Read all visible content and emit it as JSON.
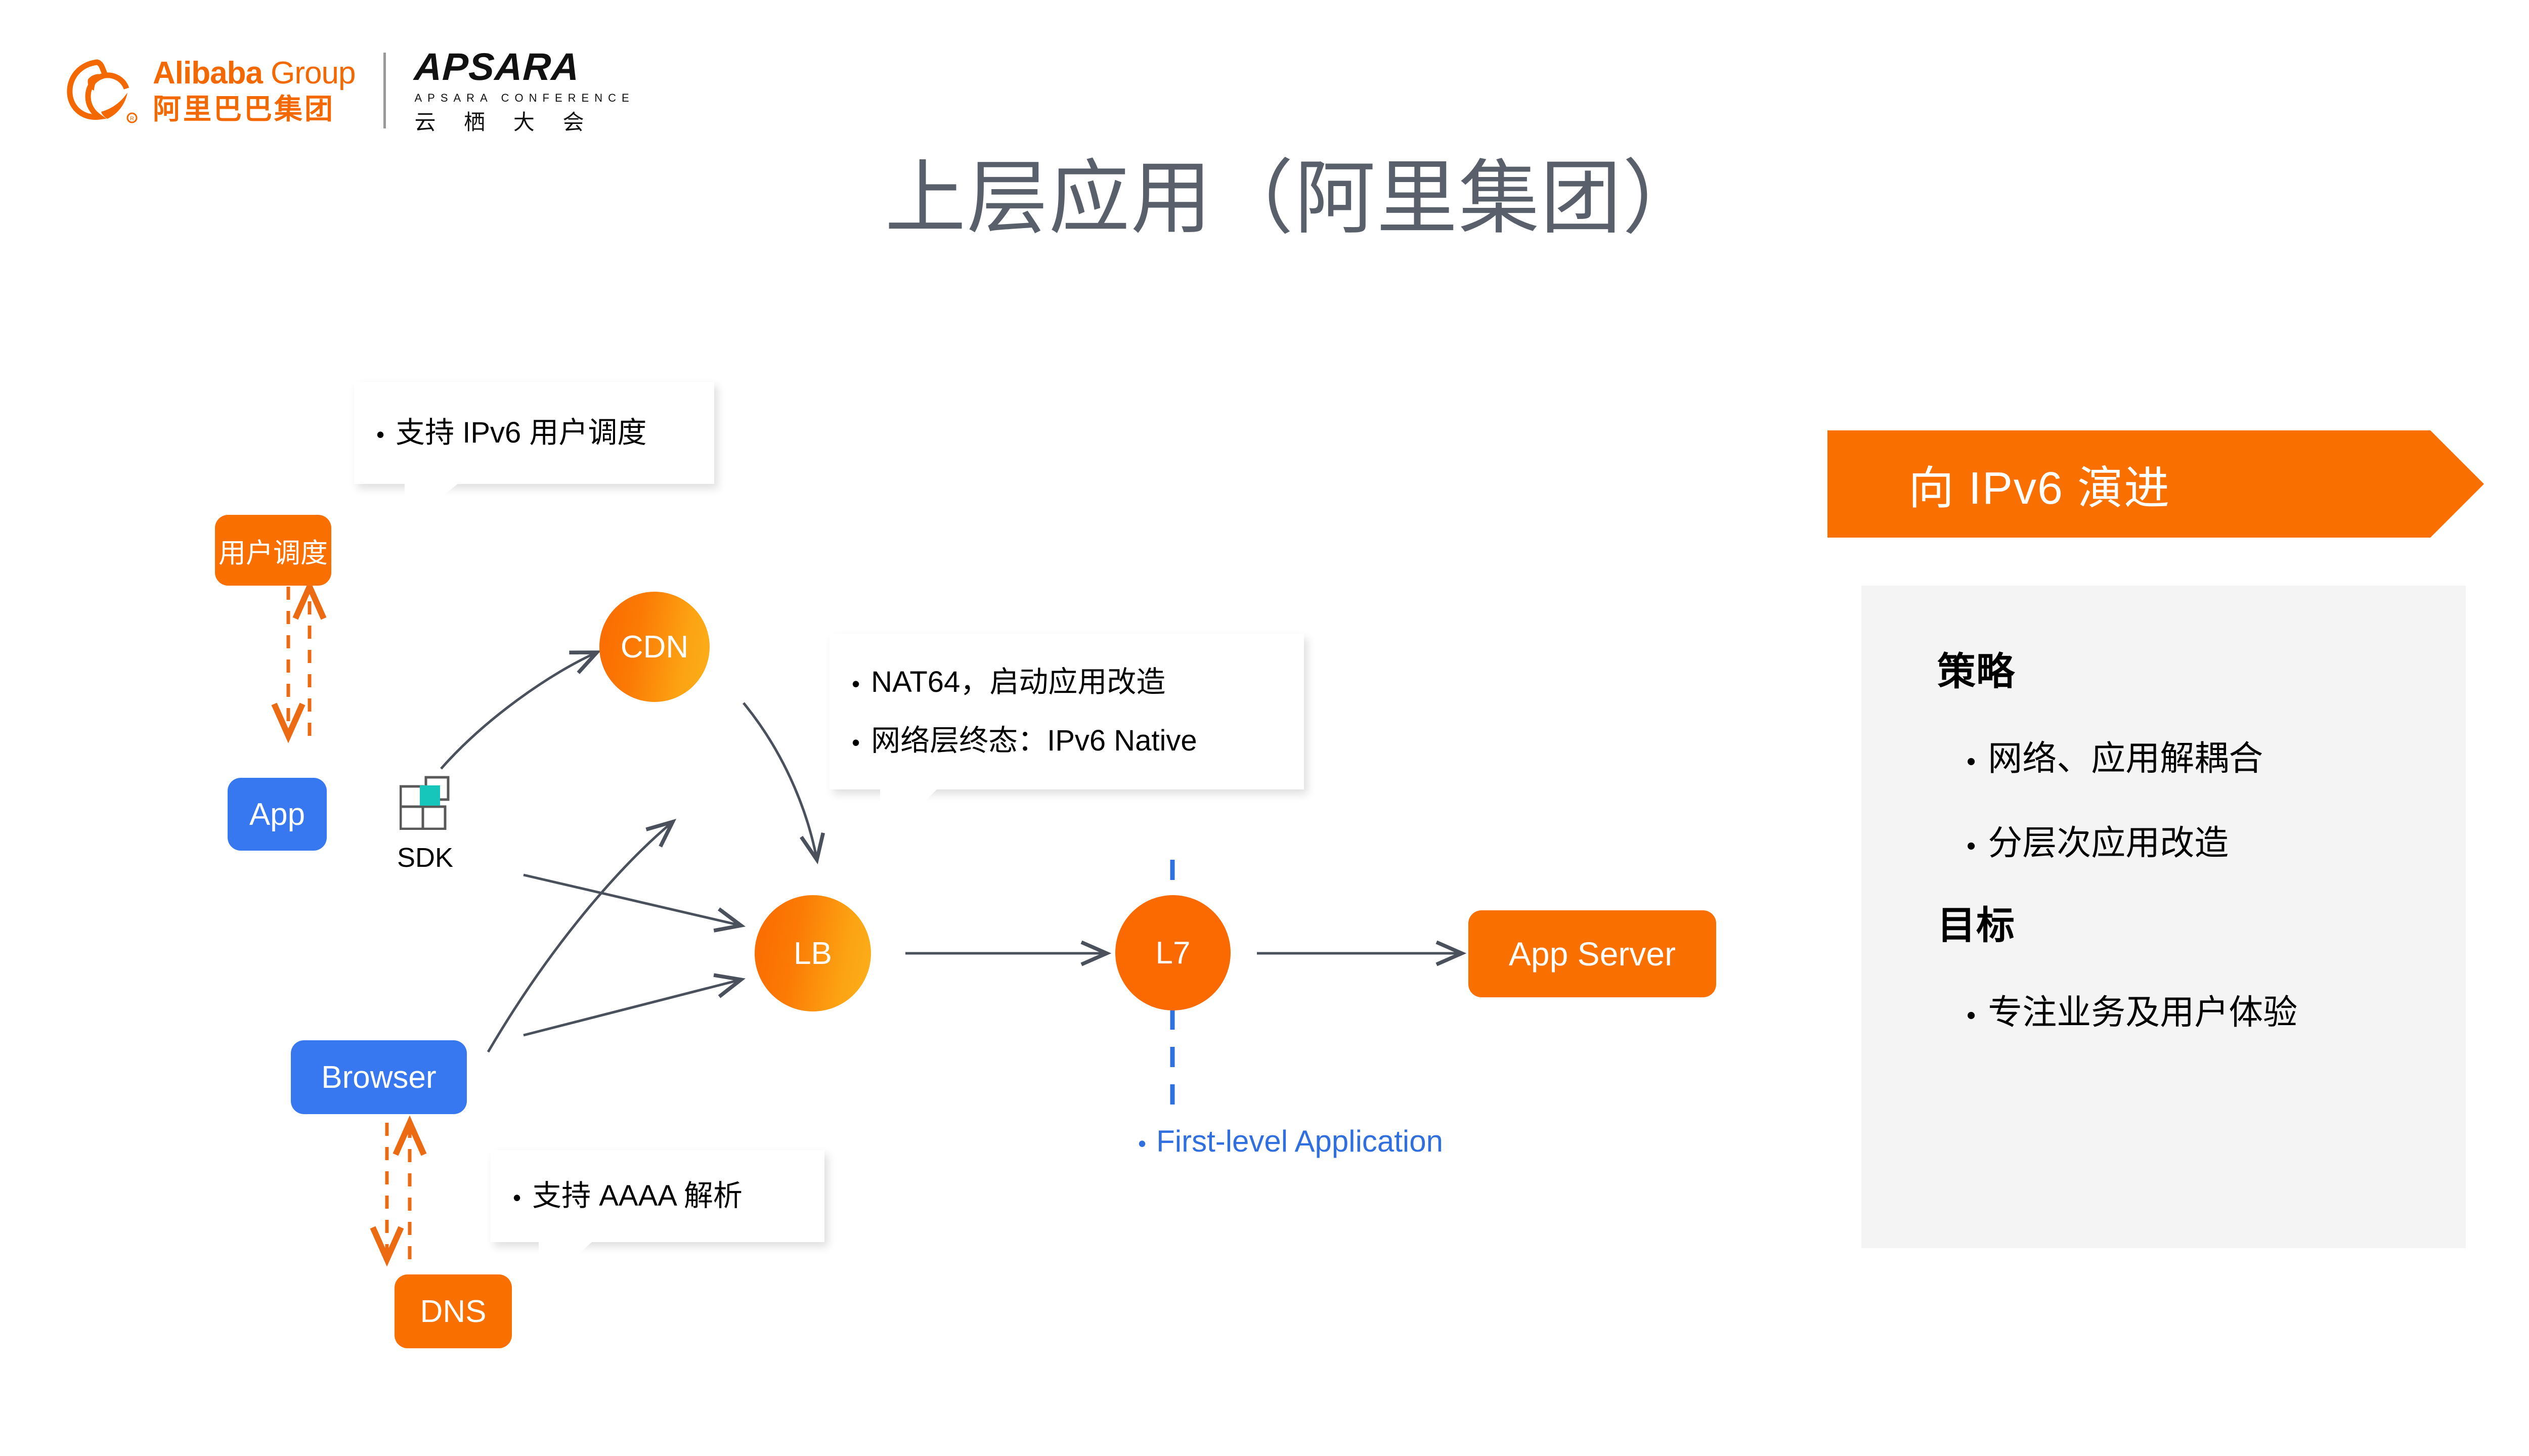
{
  "brand": {
    "alibaba_en_bold": "Alibaba",
    "alibaba_en_light": " Group",
    "alibaba_cn": "阿里巴巴集团",
    "apsara_word": "APSARA",
    "apsara_sub": "APSARA CONFERENCE",
    "apsara_cn": "云 栖 大 会"
  },
  "title": "上层应用（阿里集团）",
  "diagram": {
    "nodes": {
      "user_scheduling": "用户调度",
      "app": "App",
      "sdk": "SDK",
      "browser": "Browser",
      "dns": "DNS",
      "cdn": "CDN",
      "lb": "LB",
      "l7": "L7",
      "app_server": "App Server"
    },
    "callouts": [
      {
        "id": "scheduling",
        "lines": [
          "支持 IPv6 用户调度"
        ]
      },
      {
        "id": "nat64",
        "lines": [
          "NAT64，启动应用改造",
          "网络层终态：IPv6 Native"
        ]
      },
      {
        "id": "aaaa",
        "lines": [
          "支持 AAAA 解析"
        ]
      }
    ],
    "annotation": "First-level Application",
    "bullet_glyph": "•"
  },
  "right_panel": {
    "banner_text": "向 IPv6 演进",
    "sections": [
      {
        "heading": "策略",
        "items": [
          "网络、应用解耦合",
          "分层次应用改造"
        ]
      },
      {
        "heading": "目标",
        "items": [
          "专注业务及用户体验"
        ]
      }
    ]
  },
  "colors": {
    "orange": "#FA7000",
    "blue": "#3778F0",
    "title_gray": "#59606B",
    "panel_bg": "#F4F4F4",
    "annotation_blue": "#2F6FE0",
    "sdk_teal": "#16C6BB"
  }
}
